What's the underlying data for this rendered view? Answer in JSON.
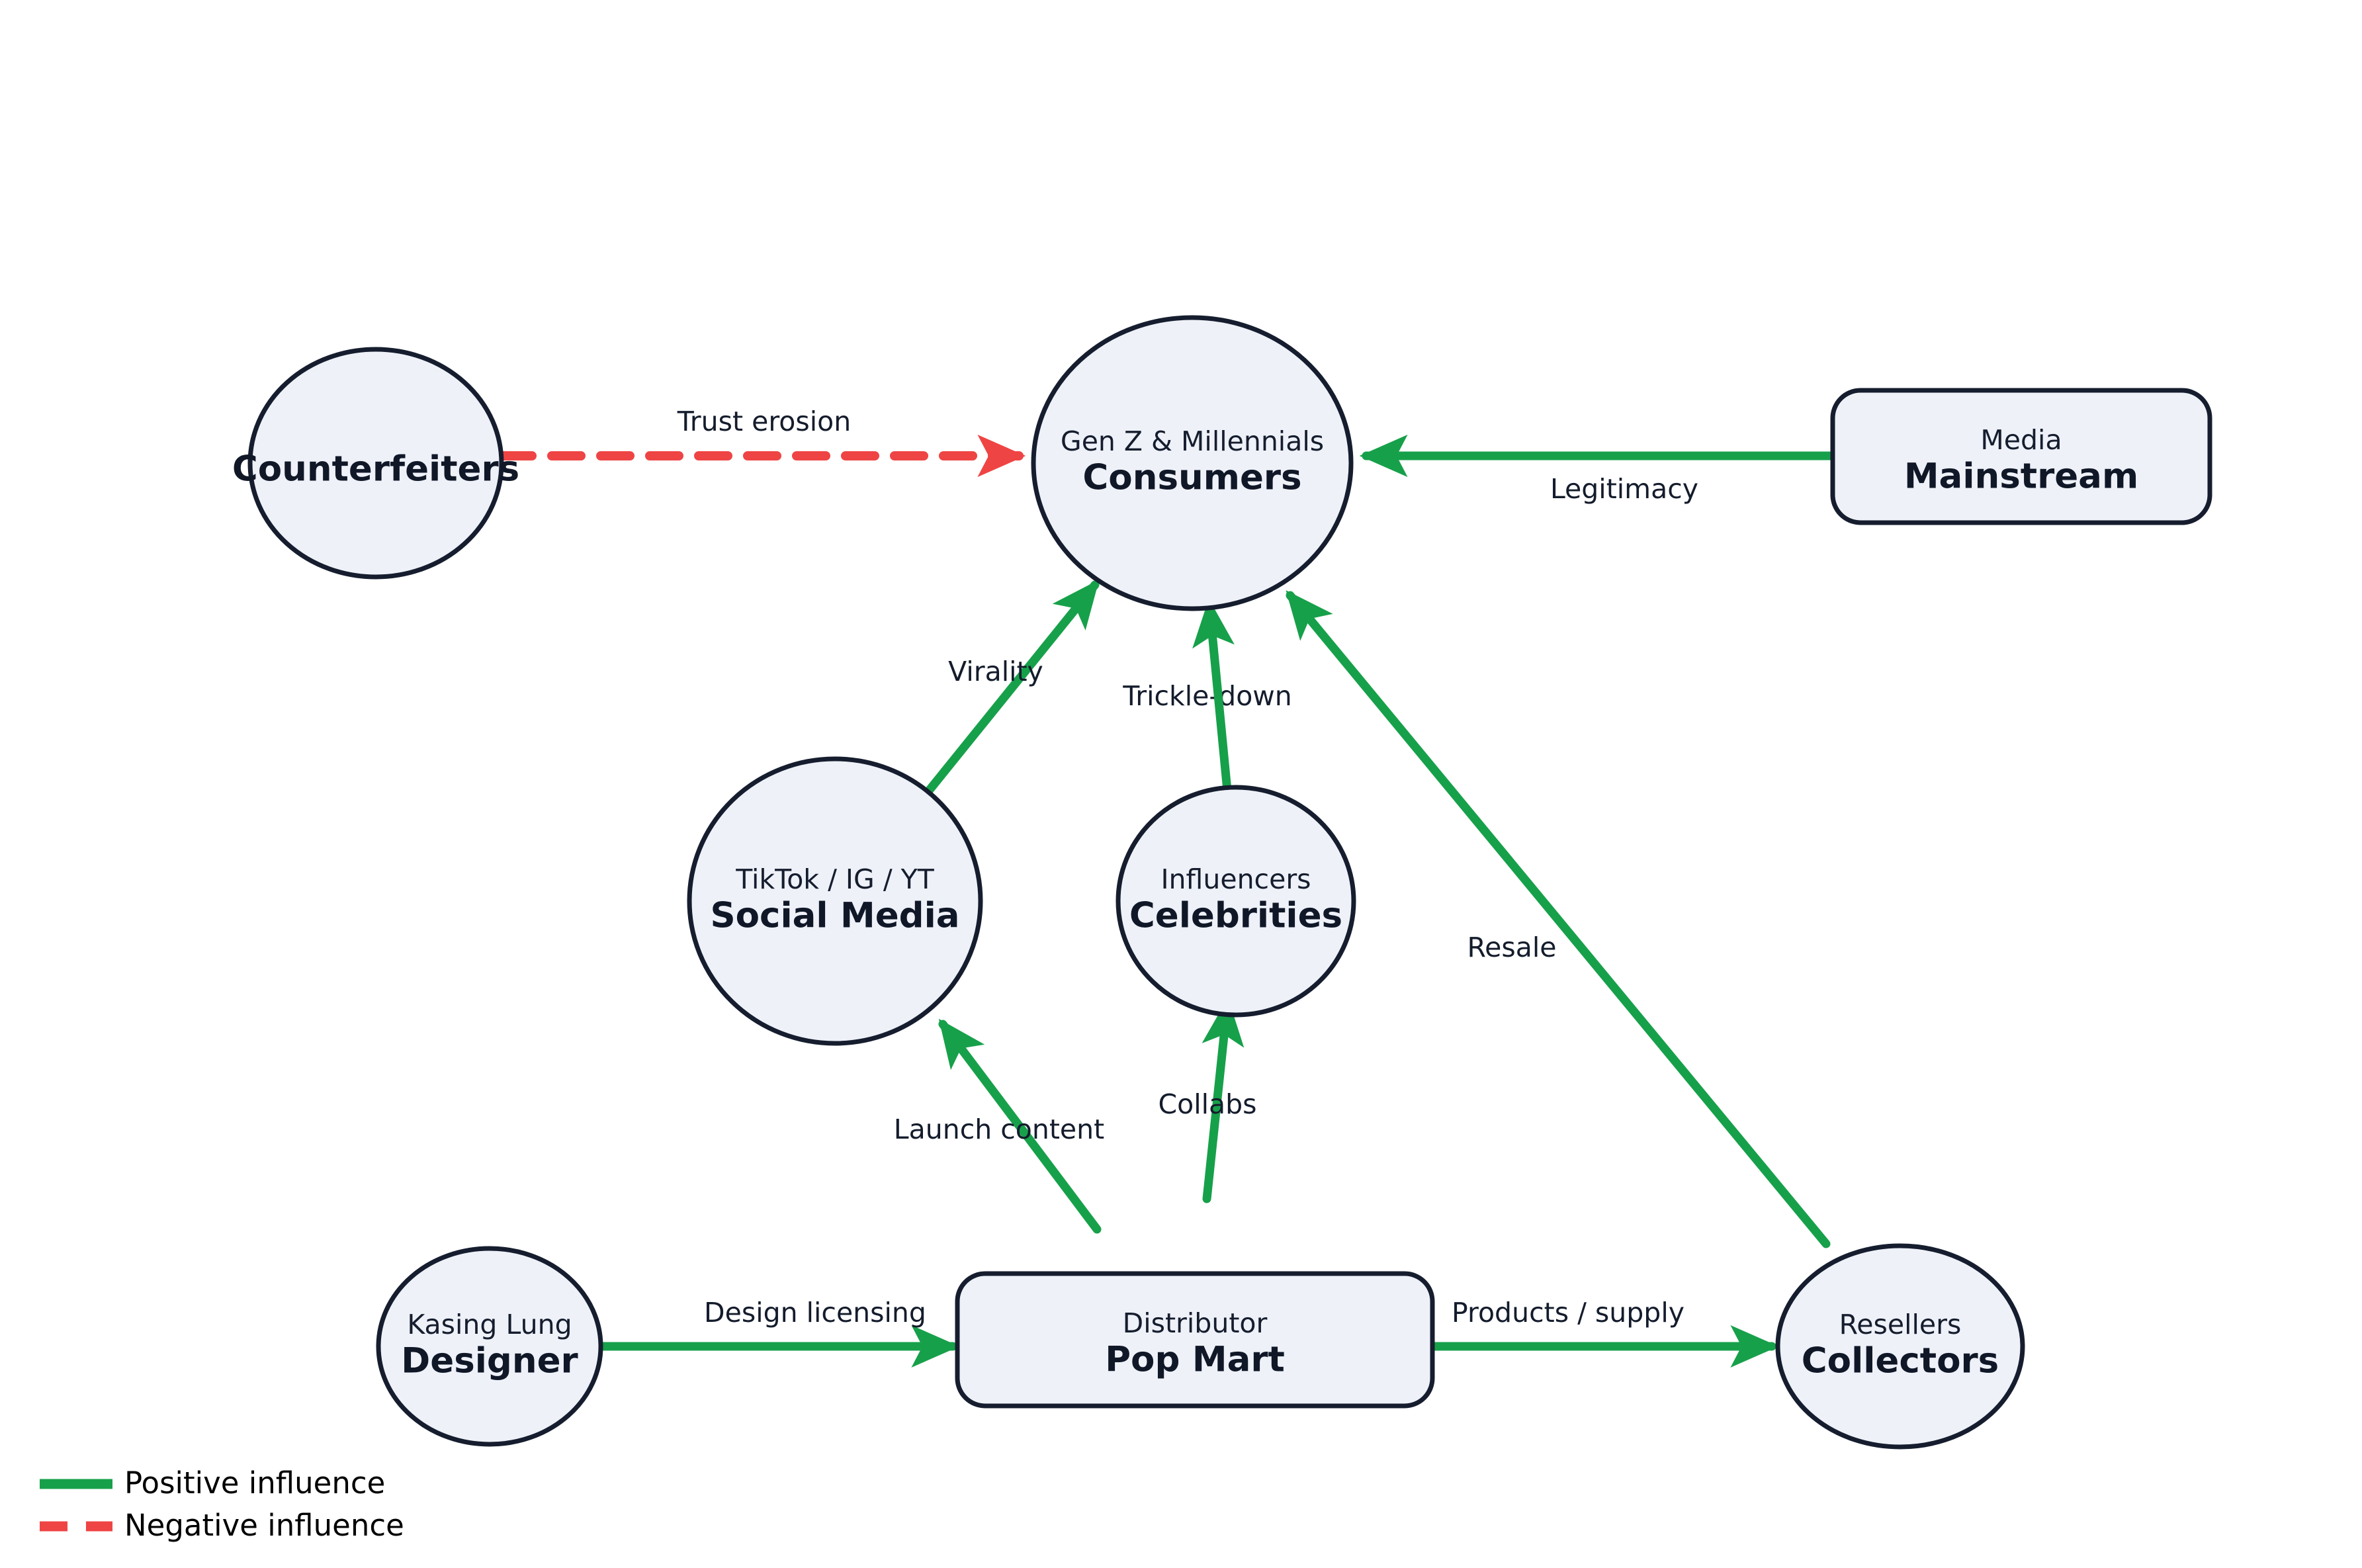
{
  "diagram": {
    "background_color": "#ffffff",
    "node_fill": "#eef1f8",
    "node_stroke": "#151d2e",
    "positive_color": "#17a04a",
    "negative_color": "#ef4444",
    "nodes": [
      {
        "id": "counterfeiters",
        "shape": "circle",
        "subtitle": "",
        "title": "Counterfeiters"
      },
      {
        "id": "consumers",
        "shape": "circle",
        "subtitle": "Gen Z & Millennials",
        "title": "Consumers"
      },
      {
        "id": "mainstream",
        "shape": "rounded-rect",
        "subtitle": "Media",
        "title": "Mainstream"
      },
      {
        "id": "social-media",
        "shape": "circle",
        "subtitle": "TikTok / IG / YT",
        "title": "Social Media"
      },
      {
        "id": "celebrities",
        "shape": "circle",
        "subtitle": "Influencers",
        "title": "Celebrities"
      },
      {
        "id": "designer",
        "shape": "circle",
        "subtitle": "Kasing Lung",
        "title": "Designer"
      },
      {
        "id": "popmart",
        "shape": "rounded-rect",
        "subtitle": "Distributor",
        "title": "Pop Mart"
      },
      {
        "id": "collectors",
        "shape": "circle",
        "subtitle": "Resellers",
        "title": "Collectors"
      }
    ],
    "edges": [
      {
        "id": "trust-erosion",
        "from": "counterfeiters",
        "to": "consumers",
        "label": "Trust erosion",
        "polarity": "negative"
      },
      {
        "id": "legitimacy",
        "from": "mainstream",
        "to": "consumers",
        "label": "Legitimacy",
        "polarity": "positive"
      },
      {
        "id": "virality",
        "from": "social-media",
        "to": "consumers",
        "label": "Virality",
        "polarity": "positive"
      },
      {
        "id": "trickle-down",
        "from": "celebrities",
        "to": "consumers",
        "label": "Trickle-down",
        "polarity": "positive"
      },
      {
        "id": "resale",
        "from": "collectors",
        "to": "consumers",
        "label": "Resale",
        "polarity": "positive"
      },
      {
        "id": "launch-content",
        "from": "popmart",
        "to": "social-media",
        "label": "Launch content",
        "polarity": "positive"
      },
      {
        "id": "collabs",
        "from": "popmart",
        "to": "celebrities",
        "label": "Collabs",
        "polarity": "positive"
      },
      {
        "id": "design-licensing",
        "from": "designer",
        "to": "popmart",
        "label": "Design licensing",
        "polarity": "positive"
      },
      {
        "id": "products-supply",
        "from": "popmart",
        "to": "collectors",
        "label": "Products / supply",
        "polarity": "positive"
      }
    ],
    "legend": {
      "items": [
        {
          "id": "positive",
          "label": "Positive influence",
          "style": "solid",
          "color": "#17a04a"
        },
        {
          "id": "negative",
          "label": "Negative influence",
          "style": "dashed",
          "color": "#ef4444"
        }
      ]
    }
  }
}
